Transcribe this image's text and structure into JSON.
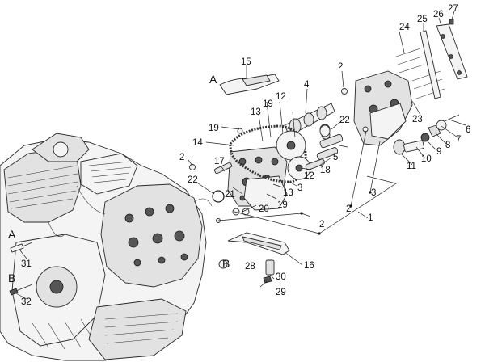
{
  "diagram": {
    "callouts": {
      "n1": "1",
      "n2a": "2",
      "n2b": "2",
      "n2c": "2",
      "n2d": "2",
      "n3a": "3",
      "n3b": "3",
      "n4": "4",
      "n5": "5",
      "n6": "6",
      "n7": "7",
      "n8": "8",
      "n9": "9",
      "n10": "10",
      "n11": "11",
      "n12a": "12",
      "n12b": "12",
      "n13a": "13",
      "n13b": "13",
      "n14": "14",
      "n15": "15",
      "n16": "16",
      "n17": "17",
      "n18": "18",
      "n19a": "19",
      "n19b": "19",
      "n19c": "19",
      "n20": "20",
      "n21": "21",
      "n22a": "22",
      "n22b": "22",
      "n23": "23",
      "n24": "24",
      "n25": "25",
      "n26": "26",
      "n27": "27",
      "n28": "28",
      "n29": "29",
      "n30": "30",
      "n31": "31",
      "n32": "32"
    },
    "letters": {
      "a_top": "A",
      "a_left": "A",
      "b_left": "B",
      "b_bottom": "B"
    }
  }
}
